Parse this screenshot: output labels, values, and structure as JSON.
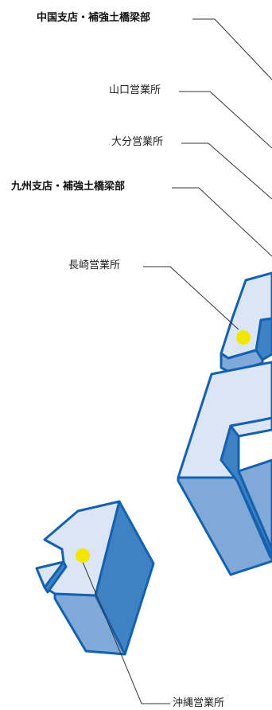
{
  "map": {
    "colors": {
      "land_top": "#dae6f4",
      "land_side_light": "#7fa9d8",
      "land_side_dark": "#3f82c4",
      "outline": "#1660b0",
      "office_dot": "#f2e600",
      "leader_line": "#333333"
    },
    "labels": {
      "chugoku_branch": "中国支店・補強土橋梁部",
      "yamaguchi": "山口営業所",
      "oita": "大分営業所",
      "kyushu_branch": "九州支店・補強土橋梁部",
      "nagasaki": "長崎営業所",
      "okinawa": "沖縄営業所"
    }
  }
}
